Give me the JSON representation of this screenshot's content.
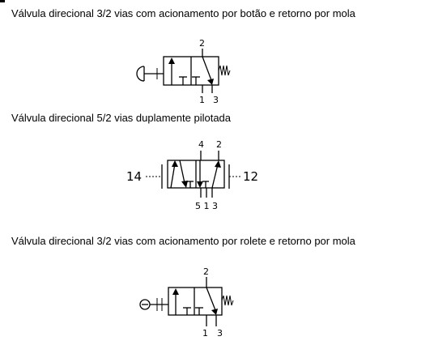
{
  "valves": [
    {
      "caption": "Válvula direcional 3/2 vias com acionamento por botão e retorno por mola",
      "port_top": "2",
      "port_bottom_left": "1",
      "port_bottom_right": "3"
    },
    {
      "caption": "Válvula direcional 5/2 vias duplamente pilotada",
      "port_top_left": "4",
      "port_top_right": "2",
      "ports_bottom": "5 1 3",
      "pilot_left": "14",
      "pilot_right": "12"
    },
    {
      "caption": "Válvula direcional 3/2 vias com acionamento por rolete e retorno por mola",
      "port_top": "2",
      "port_bottom_left": "1",
      "port_bottom_right": "3"
    }
  ]
}
